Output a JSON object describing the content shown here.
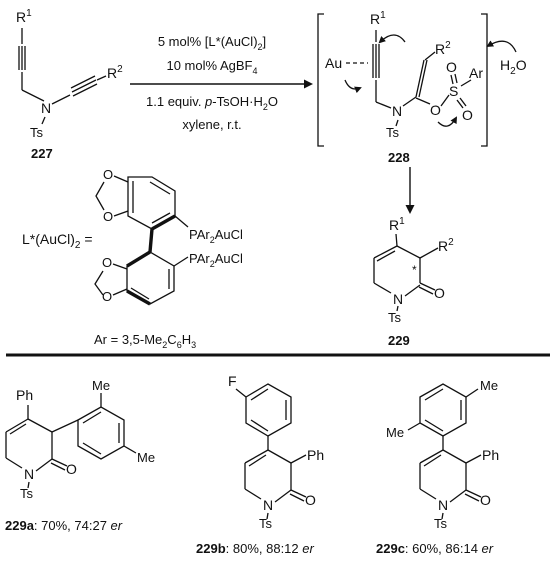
{
  "start_material": {
    "label": "227",
    "r1": "R",
    "r1_sup": "1",
    "r2": "R",
    "r2_sup": "2",
    "n": "N",
    "ts": "Ts"
  },
  "conditions": {
    "line1_pre": "5 mol% [L*(AuCl)",
    "line1_sub": "2",
    "line1_post": "]",
    "line2": "10 mol% AgBF",
    "line2_sub": "4",
    "line3_pre": "1.1 equiv. ",
    "line3_italic": "p",
    "line3_post": "-TsOH·H",
    "line3_sub": "2",
    "line3_end": "O",
    "line4": "xylene, r.t."
  },
  "intermediate": {
    "label": "228",
    "au": "Au",
    "r1": "R",
    "r1_sup": "1",
    "r2": "R",
    "r2_sup": "2",
    "n": "N",
    "ts": "Ts",
    "o1": "O",
    "o2": "O",
    "o3": "O",
    "s": "S",
    "ar": "Ar",
    "water": "H",
    "water_sub": "2",
    "water_end": "O"
  },
  "product": {
    "label": "229",
    "r1": "R",
    "r1_sup": "1",
    "r2": "R",
    "r2_sup": "2",
    "star": "*",
    "n": "N",
    "o": "O",
    "ts": "Ts"
  },
  "ligand": {
    "lhs": "L*(AuCl)",
    "lhs_sub": "2",
    "lhs_end": " =",
    "p_top": "PAr",
    "p_top_sub": "2",
    "p_top_end": "AuCl",
    "p_bot": "PAr",
    "p_bot_sub": "2",
    "p_bot_end": "AuCl",
    "o_labels": [
      "O",
      "O",
      "O",
      "O"
    ],
    "ar_def": "Ar = 3,5-Me",
    "ar_sub1": "2",
    "ar_mid": "C",
    "ar_sub2": "6",
    "ar_mid2": "H",
    "ar_sub3": "3"
  },
  "examples": [
    {
      "label": "229a",
      "result": ": 70%, 74:27 ",
      "er": "er",
      "sub_label": "Ph",
      "me1": "Me",
      "me2": "Me",
      "n": "N",
      "o": "O",
      "ts": "Ts"
    },
    {
      "label": "229b",
      "result": ": 80%, 88:12 ",
      "er": "er",
      "f": "F",
      "ph": "Ph",
      "n": "N",
      "o": "O",
      "ts": "Ts"
    },
    {
      "label": "229c",
      "result": ": 60%, 86:14 ",
      "er": "er",
      "me1": "Me",
      "me2": "Me",
      "ph": "Ph",
      "n": "N",
      "o": "O",
      "ts": "Ts"
    }
  ]
}
